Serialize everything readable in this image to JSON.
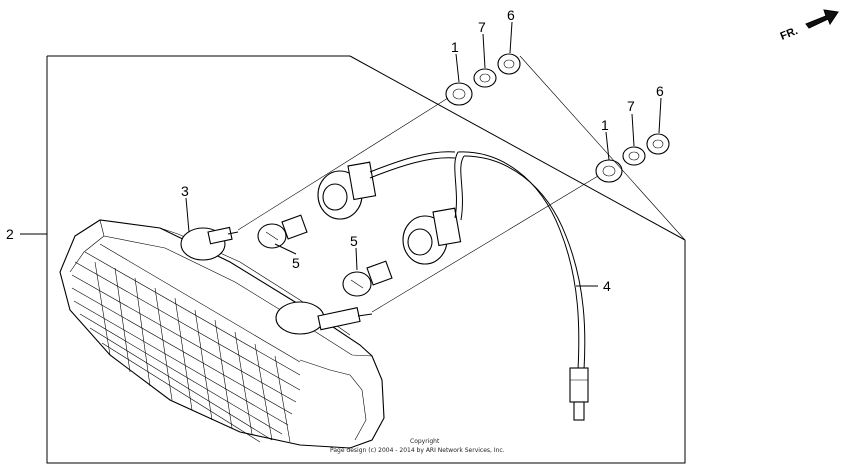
{
  "orientation": {
    "label": "FR.",
    "icon": "forward-arrow-icon"
  },
  "callouts": {
    "c1a": "1",
    "c1b": "1",
    "c2": "2",
    "c3": "3",
    "c4": "4",
    "c5a": "5",
    "c5b": "5",
    "c6a": "6",
    "c6b": "6",
    "c7a": "7",
    "c7b": "7"
  },
  "copyright": {
    "line1": "Copyright",
    "line2": "Page design (c) 2004 - 2014 by ARI Network Services, Inc."
  }
}
